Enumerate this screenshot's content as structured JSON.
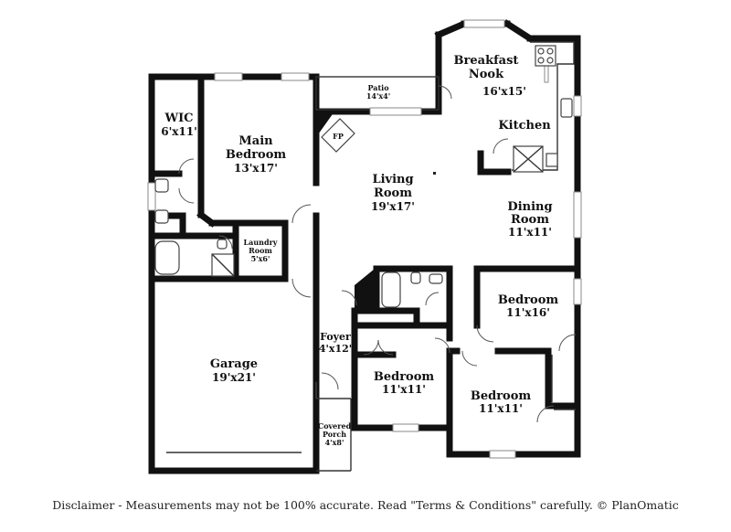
{
  "rooms": {
    "wic": {
      "name": "WIC",
      "dim": "6'x11'"
    },
    "main_bedroom": {
      "name1": "Main",
      "name2": "Bedroom",
      "dim": "13'x17'"
    },
    "laundry": {
      "name1": "Laundry",
      "name2": "Room",
      "dim": "5'x6'"
    },
    "garage": {
      "name": "Garage",
      "dim": "19'x21'"
    },
    "patio": {
      "name": "Patio",
      "dim": "14'x4'"
    },
    "fireplace": {
      "name": "FP"
    },
    "living": {
      "name1": "Living",
      "name2": "Room",
      "dim": "19'x17'"
    },
    "breakfast": {
      "name1": "Breakfast",
      "name2": "Nook",
      "dim": "16'x15'"
    },
    "kitchen": {
      "name": "Kitchen"
    },
    "dining": {
      "name1": "Dining",
      "name2": "Room",
      "dim": "11'x11'"
    },
    "foyer": {
      "name": "Foyer",
      "dim": "4'x12'"
    },
    "covered_porch": {
      "name1": "Covered",
      "name2": "Porch",
      "dim": "4'x8'"
    },
    "bedroom_center": {
      "name": "Bedroom",
      "dim": "11'x11'"
    },
    "bedroom_right_upper": {
      "name": "Bedroom",
      "dim": "11'x16'"
    },
    "bedroom_right_lower": {
      "name": "Bedroom",
      "dim": "11'x11'"
    }
  },
  "disclaimer": "Disclaimer - Measurements may not be 100% accurate. Read \"Terms & Conditions\" carefully. © PlanOmatic"
}
